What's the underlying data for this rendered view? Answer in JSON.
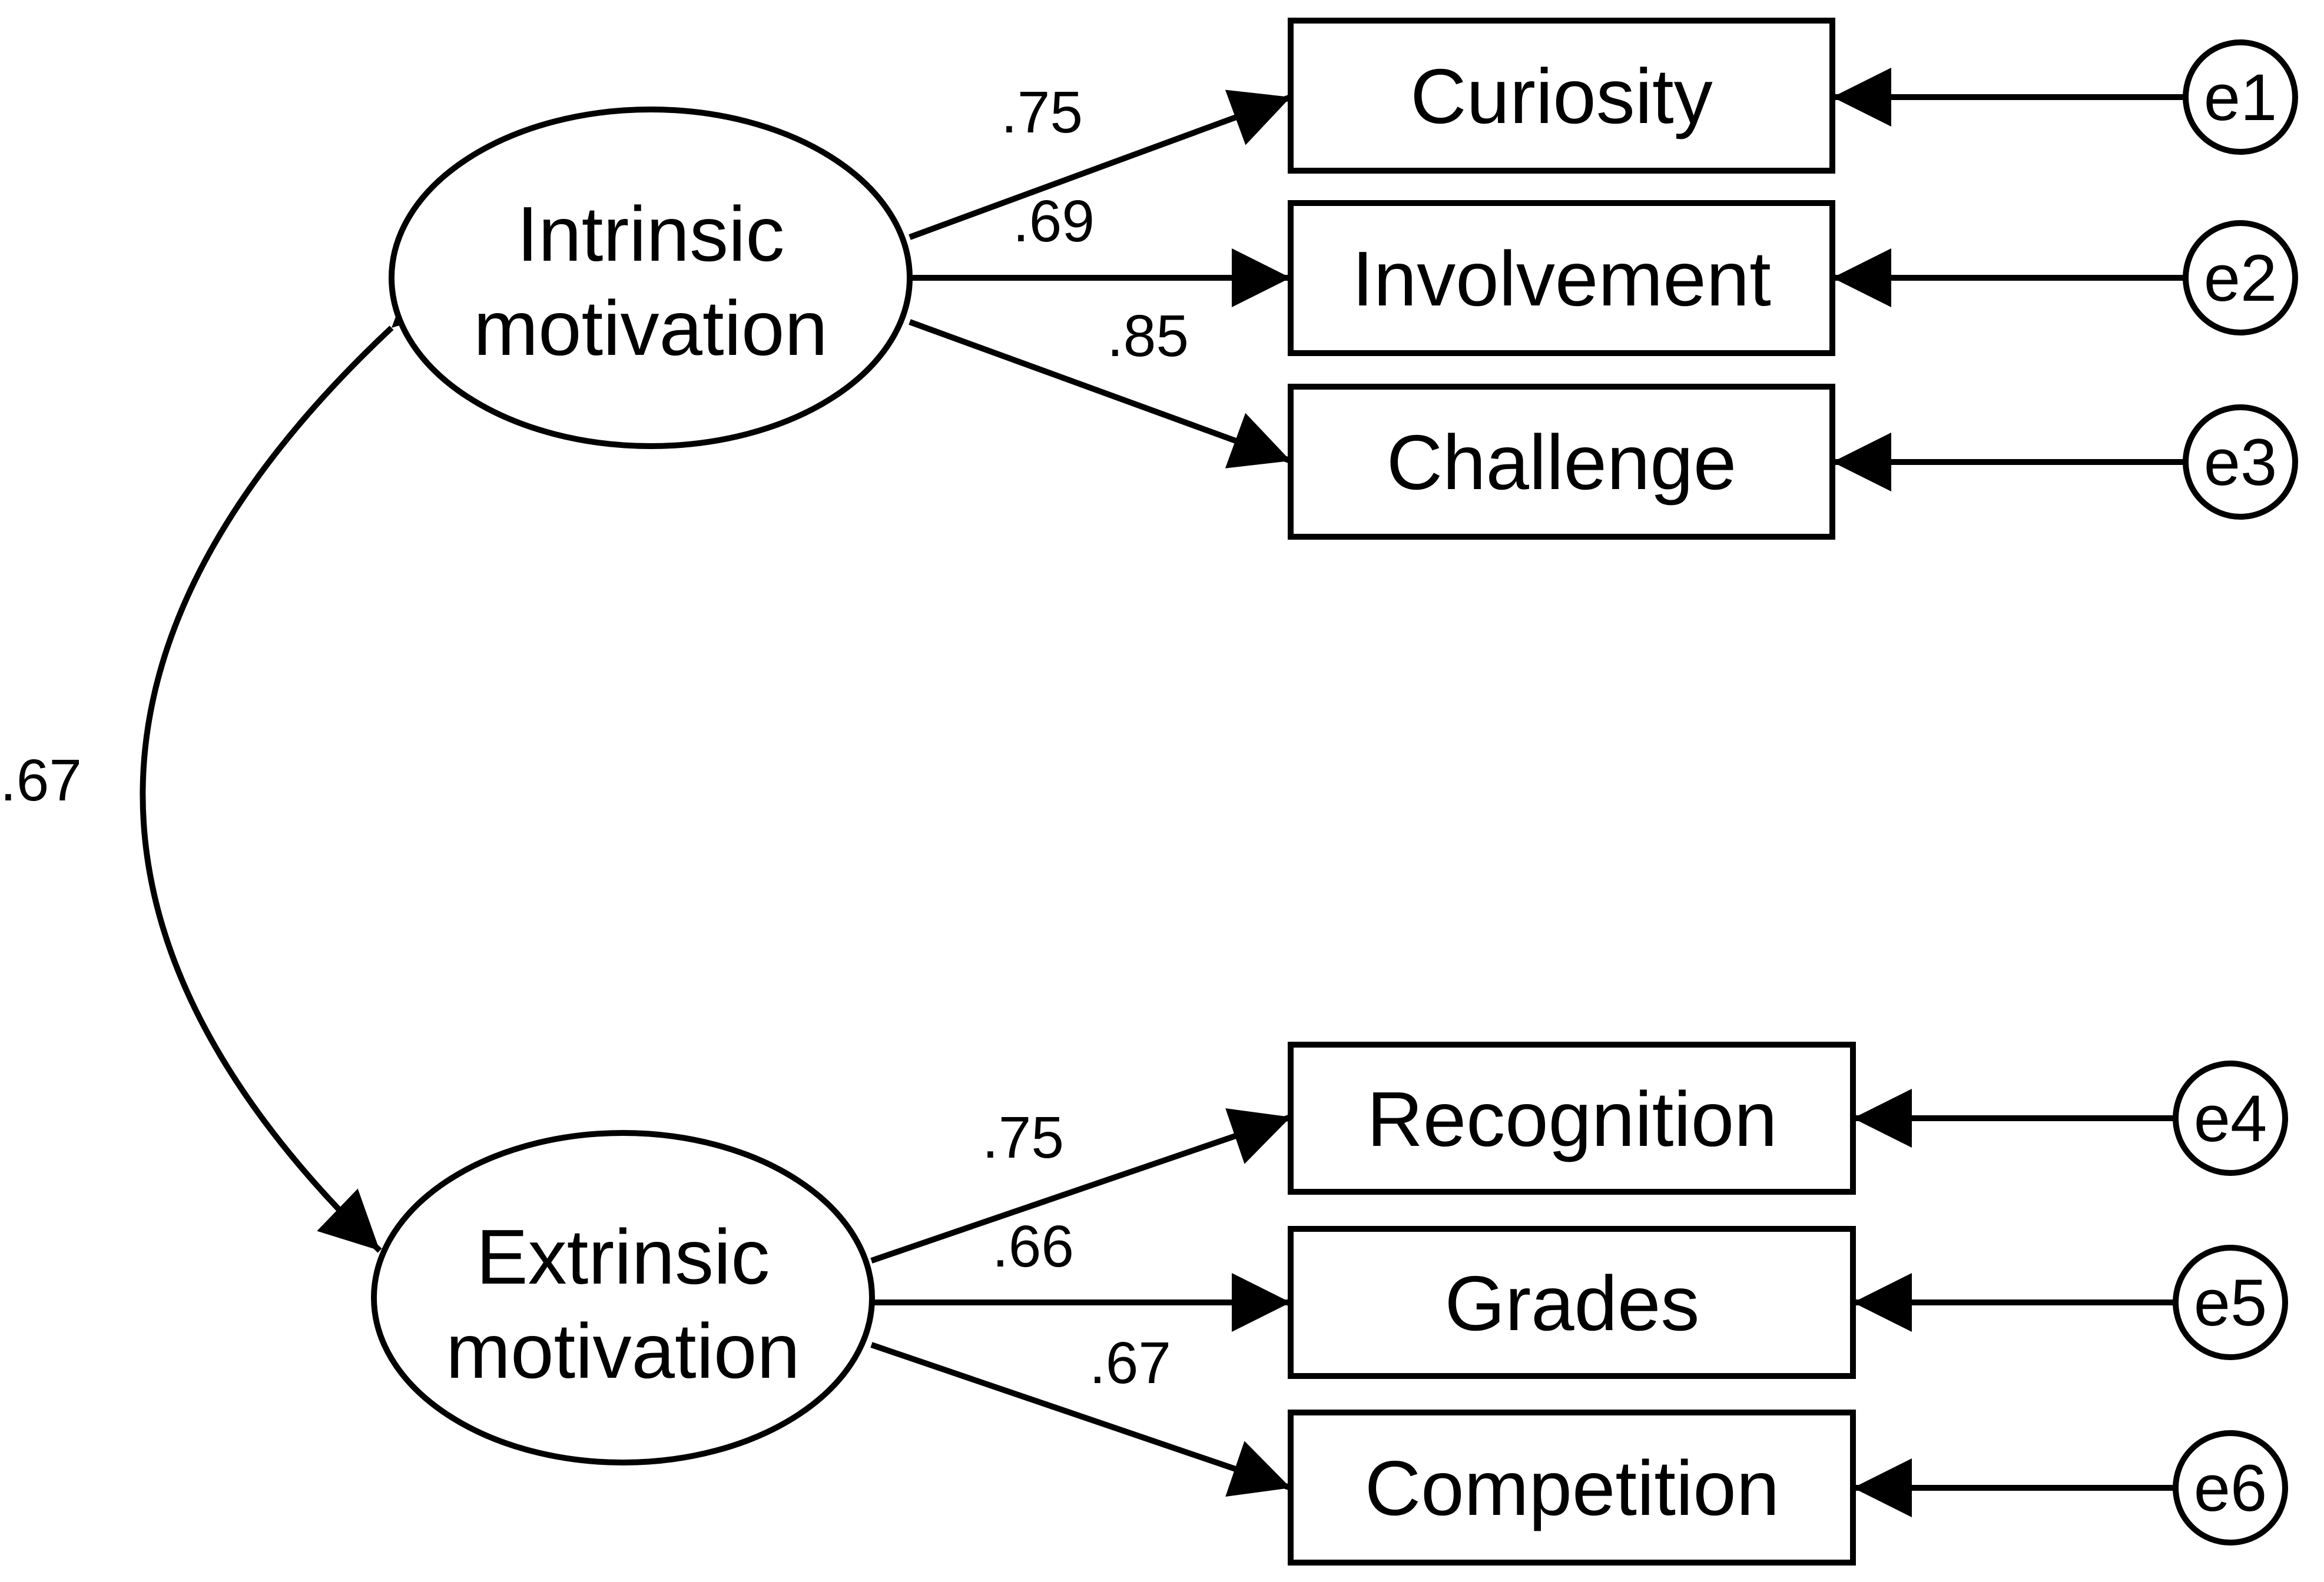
{
  "latent": {
    "intrinsic": {
      "line1": "Intrinsic",
      "line2": "motivation"
    },
    "extrinsic": {
      "line1": "Extrinsic",
      "line2": "motivation"
    }
  },
  "indicators": {
    "curiosity": "Curiosity",
    "involvement": "Involvement",
    "challenge": "Challenge",
    "recognition": "Recognition",
    "grades": "Grades",
    "competition": "Competition"
  },
  "errors": {
    "e1": "e1",
    "e2": "e2",
    "e3": "e3",
    "e4": "e4",
    "e5": "e5",
    "e6": "e6"
  },
  "loadings": {
    "curiosity": ".75",
    "involvement": ".69",
    "challenge": ".85",
    "recognition": ".75",
    "grades": ".66",
    "competition": ".67"
  },
  "correlation": ".67",
  "colors": {
    "stroke": "#000000",
    "background": "#ffffff"
  }
}
